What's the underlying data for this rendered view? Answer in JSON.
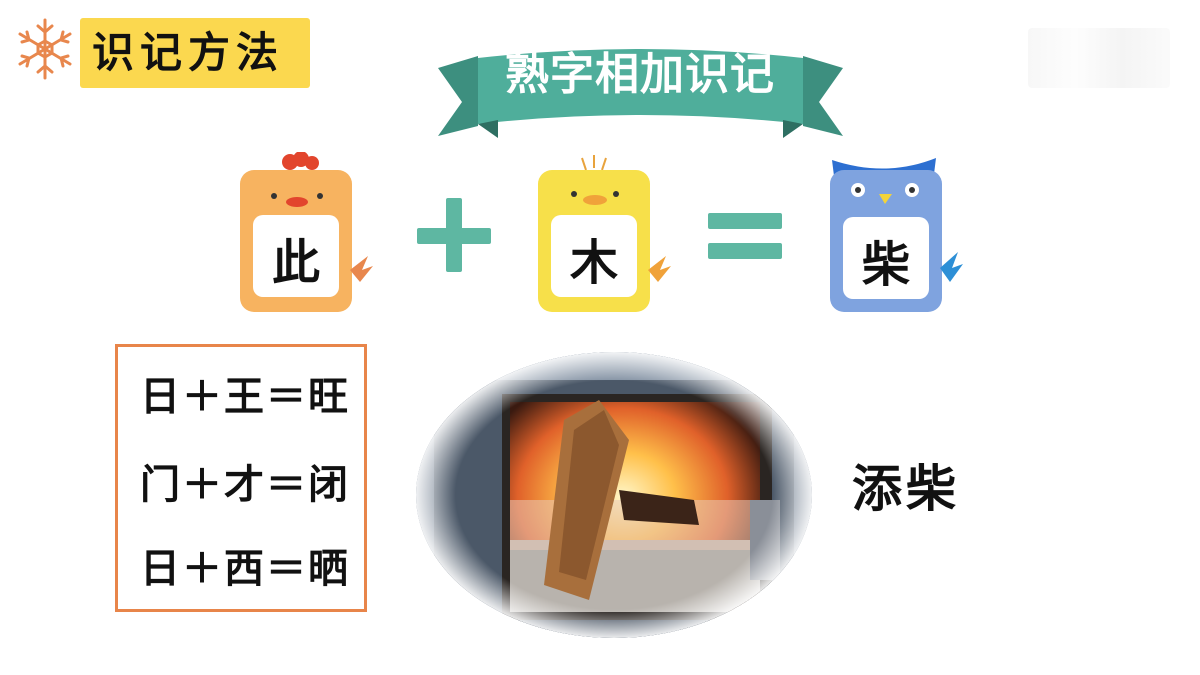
{
  "header": {
    "title": "识记方法",
    "icon": "snowflake-icon",
    "accent_color": "#fbd84f"
  },
  "ribbon": {
    "text": "熟字相加识记",
    "color": "#4fae9b"
  },
  "cards": [
    {
      "char": "此",
      "animal": "chick-card-icon",
      "color": "#f7b360"
    },
    {
      "char": "木",
      "animal": "duckling-card-icon",
      "color": "#f7e04a"
    },
    {
      "char": "柴",
      "animal": "owl-card-icon",
      "color": "#7fa3df"
    }
  ],
  "operators": {
    "plus": "plus-icon",
    "equals": "equals-icon",
    "color": "#5eb7a2"
  },
  "examples": [
    "日＋王＝旺",
    "门＋才＝闭",
    "日＋西＝晒"
  ],
  "photo": {
    "subject": "stove-fire-image"
  },
  "caption": "添柴"
}
